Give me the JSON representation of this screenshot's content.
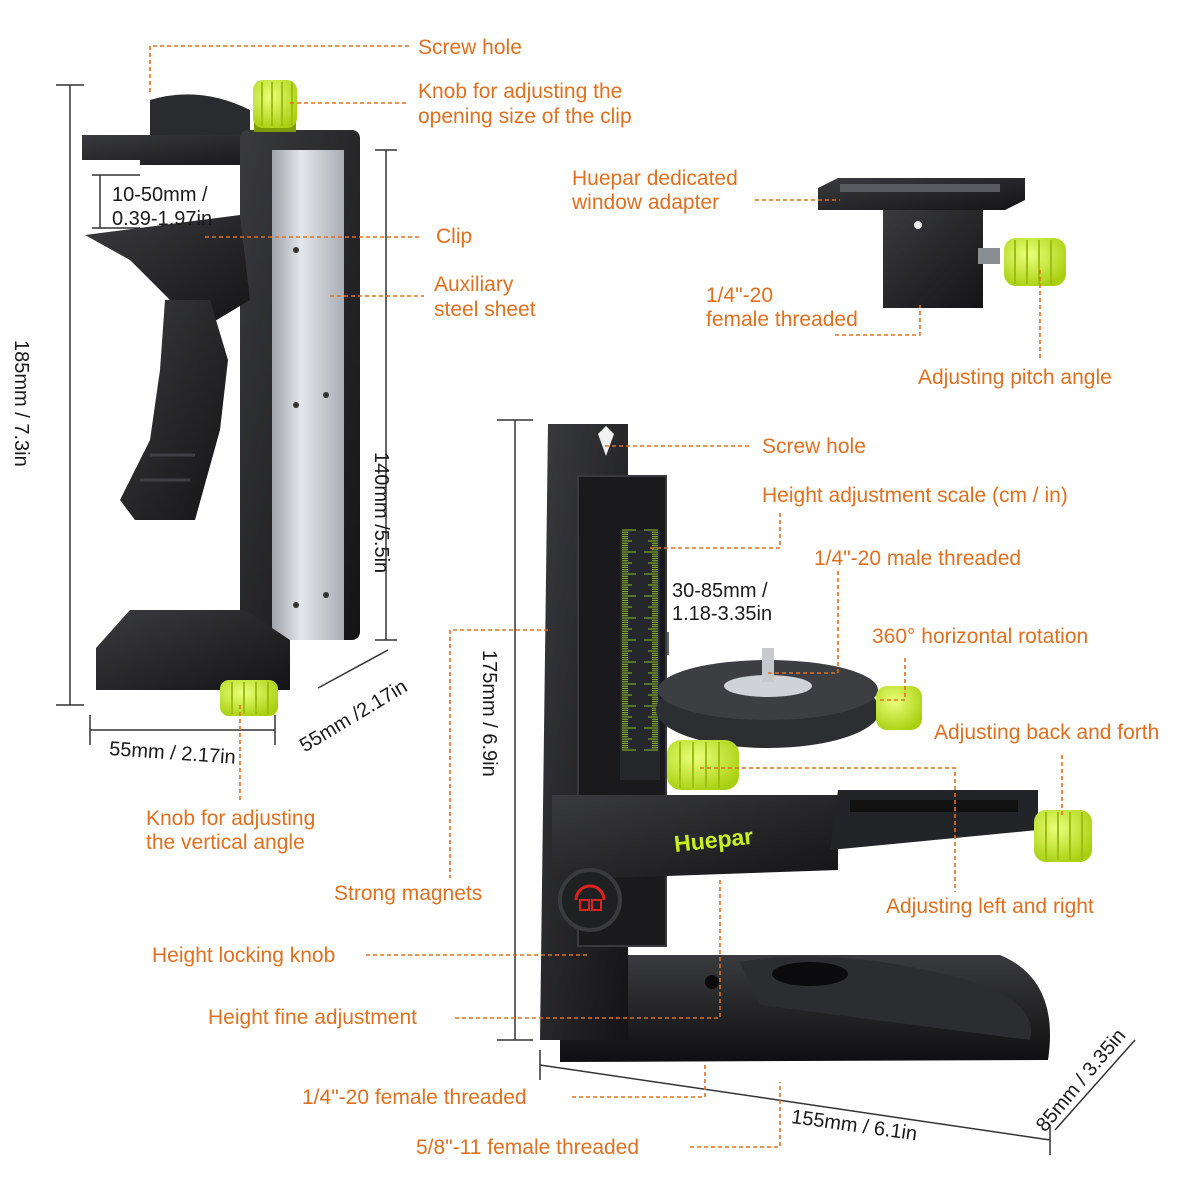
{
  "colors": {
    "callout": "#e0701f",
    "dimension": "#1a1a1a",
    "body": "#1c1c1e",
    "knob": "#c8f020",
    "steel": "#c9ccd1"
  },
  "brand": "Huepar",
  "bracket": {
    "labels": {
      "screw_hole": "Screw hole",
      "knob_clip_line1": "Knob for adjusting the",
      "knob_clip_line2": "opening size of the clip",
      "clip": "Clip",
      "steel_line1": "Auxiliary",
      "steel_line2": "steel sheet",
      "knob_vertical_line1": "Knob for adjusting",
      "knob_vertical_line2": "the vertical angle"
    },
    "dims": {
      "opening_line1": "10-50mm /",
      "opening_line2": "0.39-1.97in",
      "height_total": "185mm / 7.3in",
      "height_inner": "140mm /5.5in",
      "depth": "55mm /2.17in",
      "width": "55mm / 2.17in"
    }
  },
  "adapter": {
    "labels": {
      "name_line1": "Huepar dedicated",
      "name_line2": "window adapter",
      "thread_line1": "1/4\"-20",
      "thread_line2": "female threaded",
      "pitch": "Adjusting pitch angle"
    }
  },
  "mount": {
    "labels": {
      "screw_hole": "Screw hole",
      "scale": "Height adjustment scale (cm / in)",
      "male_thread": "1/4\"-20 male threaded",
      "rotation": "360° horizontal rotation",
      "back_forth": "Adjusting back and forth",
      "left_right": "Adjusting left and right",
      "magnets": "Strong magnets",
      "locking_knob": "Height locking knob",
      "fine_adjust": "Height fine adjustment",
      "female_14": "1/4\"-20 female threaded",
      "female_58": "5/8\"-11 female threaded"
    },
    "dims": {
      "range_line1": "30-85mm /",
      "range_line2": "1.18-3.35in",
      "height": "175mm / 6.9in",
      "length": "155mm / 6.1in",
      "width": "85mm / 3.35in"
    }
  }
}
